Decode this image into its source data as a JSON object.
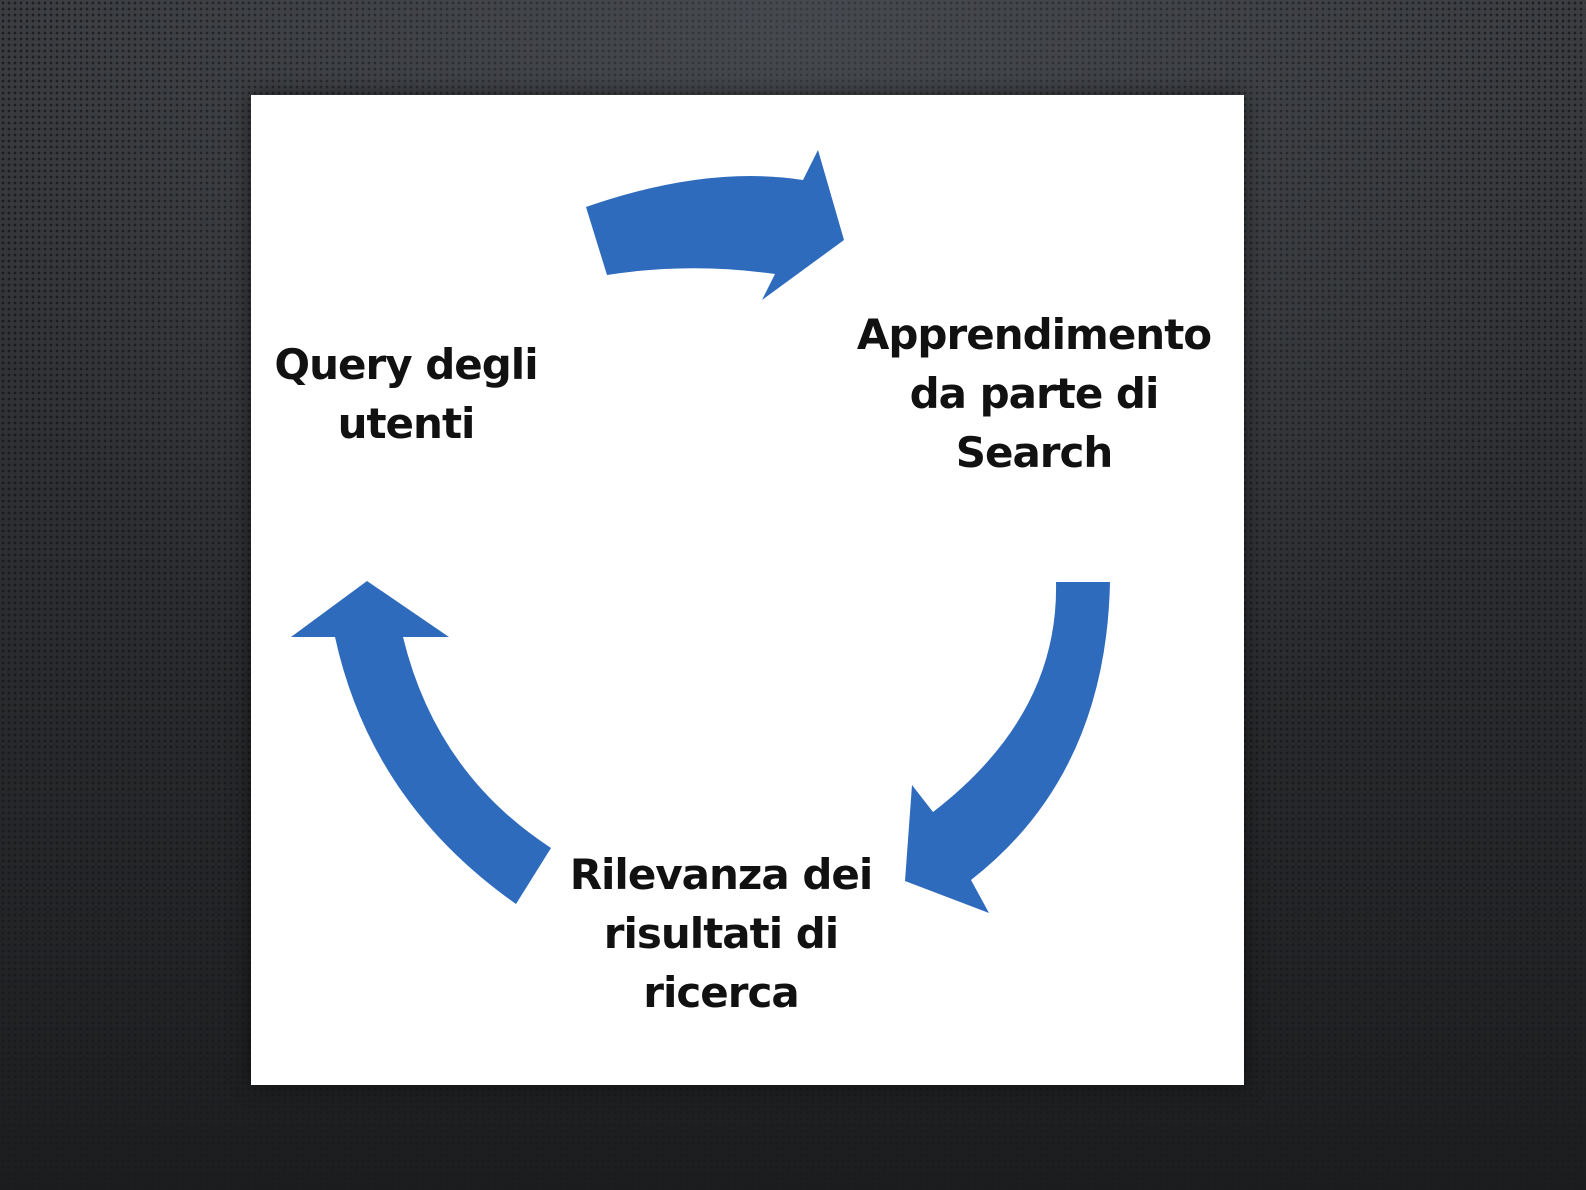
{
  "diagram": {
    "type": "cycle",
    "nodes": [
      {
        "id": "query",
        "lines": [
          "Query degli",
          "utenti"
        ]
      },
      {
        "id": "learning",
        "lines": [
          "Apprendimento",
          "da parte di",
          "Search"
        ]
      },
      {
        "id": "relevance",
        "lines": [
          "Rilevanza dei",
          "risultati di",
          "ricerca"
        ]
      }
    ],
    "edges": [
      {
        "from": "query",
        "to": "learning"
      },
      {
        "from": "learning",
        "to": "relevance"
      },
      {
        "from": "relevance",
        "to": "query"
      }
    ],
    "arrow_color": "#2e6bbd",
    "background_color": "#ffffff",
    "text_color": "#111111"
  }
}
